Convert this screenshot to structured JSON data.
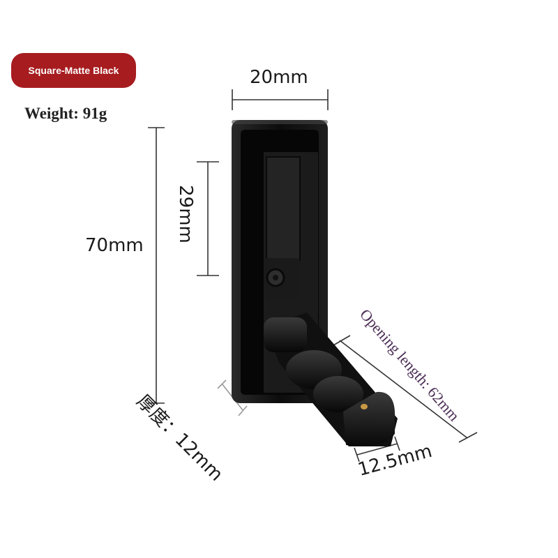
{
  "variant": {
    "label": "Square-Matte Black",
    "color": "#a71c1f"
  },
  "weight": {
    "text": "Weight: 91g"
  },
  "dimensions": {
    "width": "20mm",
    "height": "70mm",
    "inner_slot": "29mm",
    "thickness": "厚度：12mm",
    "opening": "Opening length: 62mm",
    "foot": "12.5mm"
  },
  "product": {
    "color": "#111111"
  }
}
